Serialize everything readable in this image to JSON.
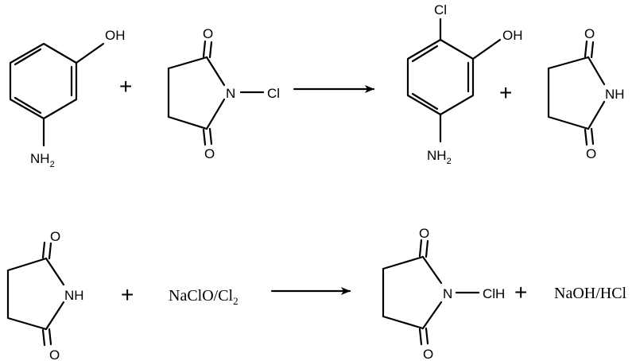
{
  "reaction_1": {
    "reactant_a": {
      "hydroxyl_label": "OH",
      "amine_label": "NH",
      "amine_subscript": "2"
    },
    "plus_1": "+",
    "reactant_b": {
      "oxygen_top_label": "O",
      "oxygen_bottom_label": "O",
      "nitrogen_label": "N",
      "chlorine_label": "Cl"
    },
    "product_a": {
      "chlorine_label": "Cl",
      "hydroxyl_label": "OH",
      "amine_label": "NH",
      "amine_subscript": "2"
    },
    "plus_2": "+",
    "product_b": {
      "oxygen_top_label": "O",
      "oxygen_bottom_label": "O",
      "nh_label": "NH"
    }
  },
  "reaction_2": {
    "reactant_a": {
      "oxygen_top_label": "O",
      "oxygen_bottom_label": "O",
      "nh_label": "NH"
    },
    "plus_1": "+",
    "reagent": {
      "text": "NaClO/Cl",
      "subscript": "2"
    },
    "product_a": {
      "oxygen_top_label": "O",
      "oxygen_bottom_label": "O",
      "nitrogen_label": "N",
      "cl_label": "ClH"
    },
    "plus_2": "+",
    "byproduct": "NaOH/HCl"
  },
  "colors": {
    "ink": "#000000",
    "background": "#ffffff"
  }
}
